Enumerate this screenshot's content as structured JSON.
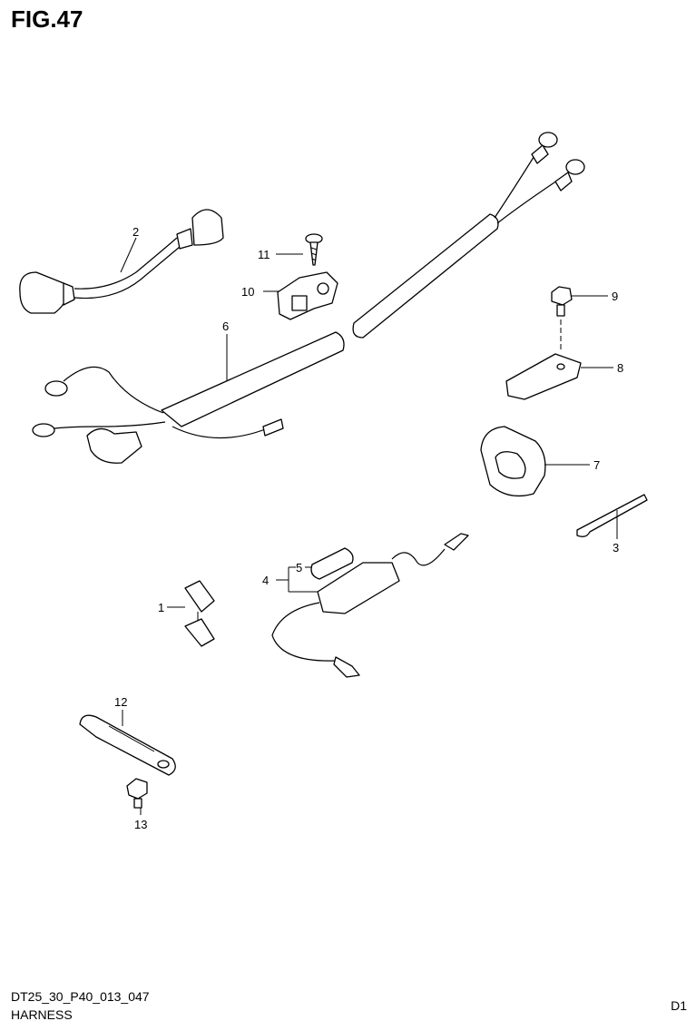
{
  "figure": {
    "title": "FIG.47"
  },
  "footer": {
    "model_code": "DT25_30_P40_013_047",
    "caption": "HARNESS",
    "page_code": "D1"
  },
  "callouts": [
    "1",
    "2",
    "3",
    "4",
    "5",
    "6",
    "7",
    "8",
    "9",
    "10",
    "11",
    "12",
    "13"
  ],
  "icons": {
    "part_shapes": "line-art"
  }
}
